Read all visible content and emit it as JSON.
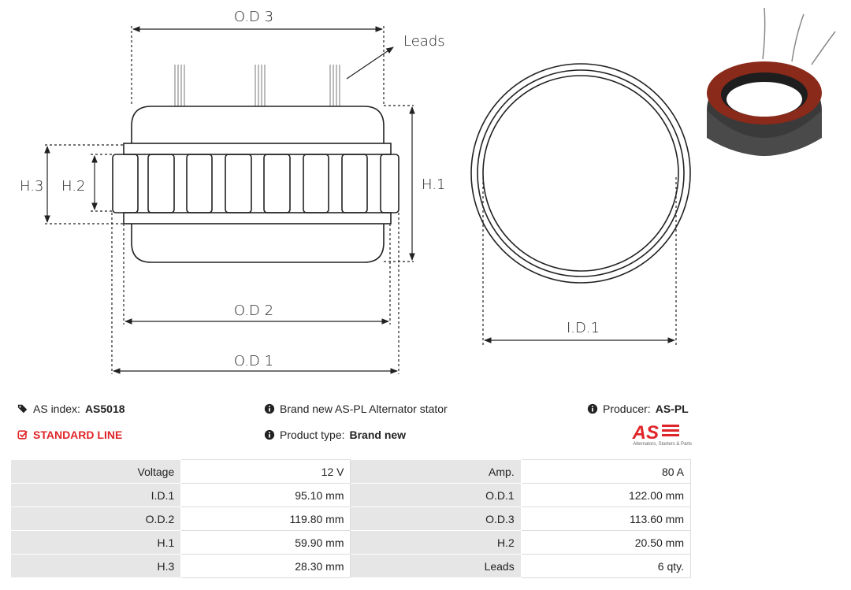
{
  "diagram": {
    "labels": {
      "od3": "O.D 3",
      "leads": "Leads",
      "h3": "H.3",
      "h2": "H.2",
      "h1": "H.1",
      "od2": "O.D 2",
      "od1": "O.D 1",
      "id1": "I.D.1"
    }
  },
  "meta": {
    "index_label": "AS index:",
    "index_value": "AS5018",
    "description": "Brand new AS-PL Alternator stator",
    "producer_label": "Producer:",
    "producer_value": "AS-PL",
    "line": "STANDARD LINE",
    "type_label": "Product type:",
    "type_value": "Brand new",
    "logo_text": "AS",
    "logo_tagline": "Alternators, Starters & Parts"
  },
  "colors": {
    "accent": "#e0252a",
    "label_bg": "#e6e6e6"
  },
  "specs": [
    {
      "l1": "Voltage",
      "v1": "12 V",
      "l2": "Amp.",
      "v2": "80 A"
    },
    {
      "l1": "I.D.1",
      "v1": "95.10 mm",
      "l2": "O.D.1",
      "v2": "122.00 mm"
    },
    {
      "l1": "O.D.2",
      "v1": "119.80 mm",
      "l2": "O.D.3",
      "v2": "113.60 mm"
    },
    {
      "l1": "H.1",
      "v1": "59.90 mm",
      "l2": "H.2",
      "v2": "20.50 mm"
    },
    {
      "l1": "H.3",
      "v1": "28.30 mm",
      "l2": "Leads",
      "v2": "6 qty."
    }
  ]
}
